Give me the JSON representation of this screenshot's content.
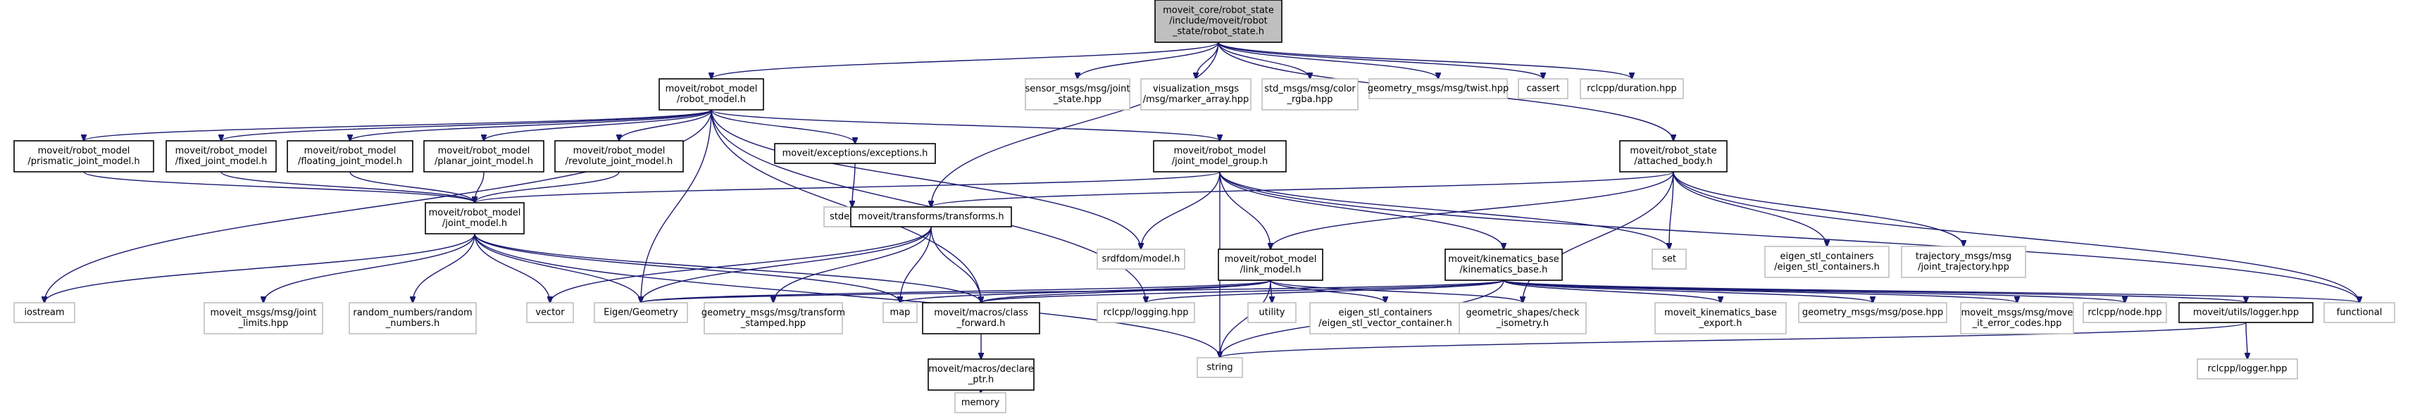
{
  "nodes": [
    {
      "id": "root",
      "style": "root",
      "lines": [
        "moveit_core/robot_state",
        "/include/moveit/robot",
        "_state/robot_state.h"
      ]
    },
    {
      "id": "robot_model",
      "style": "black",
      "lines": [
        "moveit/robot_model",
        "/robot_model.h"
      ]
    },
    {
      "id": "sensor_joint_state",
      "style": "grey",
      "lines": [
        "sensor_msgs/msg/joint",
        "_state.hpp"
      ]
    },
    {
      "id": "marker_array",
      "style": "grey",
      "lines": [
        "visualization_msgs",
        "/msg/marker_array.hpp"
      ]
    },
    {
      "id": "color_rgba",
      "style": "grey",
      "lines": [
        "std_msgs/msg/color",
        "_rgba.hpp"
      ]
    },
    {
      "id": "twist",
      "style": "grey",
      "lines": [
        "geometry_msgs/msg/twist.hpp"
      ]
    },
    {
      "id": "cassert",
      "style": "grey",
      "lines": [
        "cassert"
      ]
    },
    {
      "id": "duration",
      "style": "grey",
      "lines": [
        "rclcpp/duration.hpp"
      ]
    },
    {
      "id": "prismatic",
      "style": "black",
      "lines": [
        "moveit/robot_model",
        "/prismatic_joint_model.h"
      ]
    },
    {
      "id": "fixed",
      "style": "black",
      "lines": [
        "moveit/robot_model",
        "/fixed_joint_model.h"
      ]
    },
    {
      "id": "floating",
      "style": "black",
      "lines": [
        "moveit/robot_model",
        "/floating_joint_model.h"
      ]
    },
    {
      "id": "planar",
      "style": "black",
      "lines": [
        "moveit/robot_model",
        "/planar_joint_model.h"
      ]
    },
    {
      "id": "revolute",
      "style": "black",
      "lines": [
        "moveit/robot_model",
        "/revolute_joint_model.h"
      ]
    },
    {
      "id": "exceptions",
      "style": "black",
      "lines": [
        "moveit/exceptions/exceptions.h"
      ]
    },
    {
      "id": "joint_model_group",
      "style": "black",
      "lines": [
        "moveit/robot_model",
        "/joint_model_group.h"
      ]
    },
    {
      "id": "attached_body",
      "style": "black",
      "lines": [
        "moveit/robot_state",
        "/attached_body.h"
      ]
    },
    {
      "id": "joint_model",
      "style": "black",
      "lines": [
        "moveit/robot_model",
        "/joint_model.h"
      ]
    },
    {
      "id": "stdexcept",
      "style": "grey",
      "lines": [
        "stdexcept"
      ]
    },
    {
      "id": "transforms",
      "style": "black",
      "lines": [
        "moveit/transforms/transforms.h"
      ]
    },
    {
      "id": "srdfdom",
      "style": "grey",
      "lines": [
        "srdfdom/model.h"
      ]
    },
    {
      "id": "link_model",
      "style": "black",
      "lines": [
        "moveit/robot_model",
        "/link_model.h"
      ]
    },
    {
      "id": "kinematics_base",
      "style": "black",
      "lines": [
        "moveit/kinematics_base",
        "/kinematics_base.h"
      ]
    },
    {
      "id": "set",
      "style": "grey",
      "lines": [
        "set"
      ]
    },
    {
      "id": "eigen_stl_containers",
      "style": "grey",
      "lines": [
        "eigen_stl_containers",
        "/eigen_stl_containers.h"
      ]
    },
    {
      "id": "joint_trajectory",
      "style": "grey",
      "lines": [
        "trajectory_msgs/msg",
        "/joint_trajectory.hpp"
      ]
    },
    {
      "id": "iostream",
      "style": "grey",
      "lines": [
        "iostream"
      ]
    },
    {
      "id": "joint_limits",
      "style": "grey",
      "lines": [
        "moveit_msgs/msg/joint",
        "_limits.hpp"
      ]
    },
    {
      "id": "random_numbers",
      "style": "grey",
      "lines": [
        "random_numbers/random",
        "_numbers.h"
      ]
    },
    {
      "id": "vector",
      "style": "grey",
      "lines": [
        "vector"
      ]
    },
    {
      "id": "eigen_geometry",
      "style": "grey",
      "lines": [
        "Eigen/Geometry"
      ]
    },
    {
      "id": "transform_stamped",
      "style": "grey",
      "lines": [
        "geometry_msgs/msg/transform",
        "_stamped.hpp"
      ]
    },
    {
      "id": "map",
      "style": "grey",
      "lines": [
        "map"
      ]
    },
    {
      "id": "class_forward",
      "style": "black",
      "lines": [
        "moveit/macros/class",
        "_forward.h"
      ]
    },
    {
      "id": "rclcpp_logging",
      "style": "grey",
      "lines": [
        "rclcpp/logging.hpp"
      ]
    },
    {
      "id": "utility",
      "style": "grey",
      "lines": [
        "utility"
      ]
    },
    {
      "id": "eigen_vector_container",
      "style": "grey",
      "lines": [
        "eigen_stl_containers",
        "/eigen_stl_vector_container.h"
      ]
    },
    {
      "id": "check_isometry",
      "style": "grey",
      "lines": [
        "geometric_shapes/check",
        "_isometry.h"
      ]
    },
    {
      "id": "kinematics_export",
      "style": "grey",
      "lines": [
        "moveit_kinematics_base",
        "_export.h"
      ]
    },
    {
      "id": "pose",
      "style": "grey",
      "lines": [
        "geometry_msgs/msg/pose.hpp"
      ]
    },
    {
      "id": "move_it_error_codes",
      "style": "grey",
      "lines": [
        "moveit_msgs/msg/move",
        "_it_error_codes.hpp"
      ]
    },
    {
      "id": "rclcpp_node",
      "style": "grey",
      "lines": [
        "rclcpp/node.hpp"
      ]
    },
    {
      "id": "logger_h",
      "style": "black",
      "lines": [
        "moveit/utils/logger.hpp"
      ]
    },
    {
      "id": "functional",
      "style": "grey",
      "lines": [
        "functional"
      ]
    },
    {
      "id": "declare_ptr",
      "style": "black",
      "lines": [
        "moveit/macros/declare",
        "_ptr.h"
      ]
    },
    {
      "id": "string",
      "style": "grey",
      "lines": [
        "string"
      ]
    },
    {
      "id": "rclcpp_logger",
      "style": "grey",
      "lines": [
        "rclcpp/logger.hpp"
      ]
    },
    {
      "id": "memory",
      "style": "grey",
      "lines": [
        "memory"
      ]
    }
  ],
  "edges": [
    [
      "root",
      "robot_model"
    ],
    [
      "root",
      "sensor_joint_state"
    ],
    [
      "root",
      "marker_array"
    ],
    [
      "root",
      "color_rgba"
    ],
    [
      "root",
      "twist"
    ],
    [
      "root",
      "cassert"
    ],
    [
      "root",
      "duration"
    ],
    [
      "root",
      "attached_body"
    ],
    [
      "root",
      "transforms"
    ],
    [
      "robot_model",
      "prismatic"
    ],
    [
      "robot_model",
      "fixed"
    ],
    [
      "robot_model",
      "floating"
    ],
    [
      "robot_model",
      "planar"
    ],
    [
      "robot_model",
      "revolute"
    ],
    [
      "robot_model",
      "exceptions"
    ],
    [
      "robot_model",
      "joint_model_group"
    ],
    [
      "robot_model",
      "srdfdom"
    ],
    [
      "robot_model",
      "iostream"
    ],
    [
      "robot_model",
      "eigen_geometry"
    ],
    [
      "robot_model",
      "class_forward"
    ],
    [
      "robot_model",
      "rclcpp_logging"
    ],
    [
      "prismatic",
      "joint_model"
    ],
    [
      "fixed",
      "joint_model"
    ],
    [
      "floating",
      "joint_model"
    ],
    [
      "planar",
      "joint_model"
    ],
    [
      "revolute",
      "joint_model"
    ],
    [
      "exceptions",
      "stdexcept"
    ],
    [
      "joint_model_group",
      "joint_model"
    ],
    [
      "joint_model_group",
      "link_model"
    ],
    [
      "joint_model_group",
      "kinematics_base"
    ],
    [
      "joint_model_group",
      "srdfdom"
    ],
    [
      "joint_model_group",
      "set"
    ],
    [
      "joint_model_group",
      "string"
    ],
    [
      "joint_model_group",
      "functional"
    ],
    [
      "attached_body",
      "link_model"
    ],
    [
      "attached_body",
      "transforms"
    ],
    [
      "attached_body",
      "set"
    ],
    [
      "attached_body",
      "eigen_stl_containers"
    ],
    [
      "attached_body",
      "joint_trajectory"
    ],
    [
      "attached_body",
      "functional"
    ],
    [
      "attached_body",
      "check_isometry"
    ],
    [
      "joint_model",
      "iostream"
    ],
    [
      "joint_model",
      "joint_limits"
    ],
    [
      "joint_model",
      "random_numbers"
    ],
    [
      "joint_model",
      "vector"
    ],
    [
      "joint_model",
      "eigen_geometry"
    ],
    [
      "joint_model",
      "map"
    ],
    [
      "joint_model",
      "class_forward"
    ],
    [
      "joint_model",
      "string"
    ],
    [
      "transforms",
      "vector"
    ],
    [
      "transforms",
      "eigen_geometry"
    ],
    [
      "transforms",
      "transform_stamped"
    ],
    [
      "transforms",
      "map"
    ],
    [
      "transforms",
      "class_forward"
    ],
    [
      "link_model",
      "map"
    ],
    [
      "link_model",
      "eigen_geometry"
    ],
    [
      "link_model",
      "class_forward"
    ],
    [
      "link_model",
      "utility"
    ],
    [
      "link_model",
      "eigen_vector_container"
    ],
    [
      "link_model",
      "string"
    ],
    [
      "link_model",
      "check_isometry"
    ],
    [
      "kinematics_base",
      "eigen_geometry"
    ],
    [
      "kinematics_base",
      "class_forward"
    ],
    [
      "kinematics_base",
      "rclcpp_logging"
    ],
    [
      "kinematics_base",
      "kinematics_export"
    ],
    [
      "kinematics_base",
      "pose"
    ],
    [
      "kinematics_base",
      "move_it_error_codes"
    ],
    [
      "kinematics_base",
      "rclcpp_node"
    ],
    [
      "kinematics_base",
      "logger_h"
    ],
    [
      "kinematics_base",
      "functional"
    ],
    [
      "kinematics_base",
      "string"
    ],
    [
      "logger_h",
      "string"
    ],
    [
      "logger_h",
      "rclcpp_logger"
    ],
    [
      "class_forward",
      "declare_ptr"
    ],
    [
      "declare_ptr",
      "memory"
    ]
  ]
}
